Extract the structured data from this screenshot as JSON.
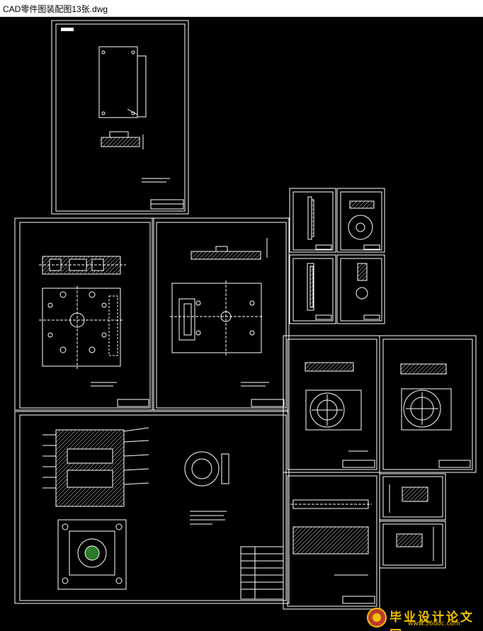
{
  "window": {
    "title": "CAD零件图装配图13张.dwg"
  },
  "watermark": {
    "brand": "毕业设计论文网",
    "url": "www.56doc.com"
  },
  "colors": {
    "background": "#000000",
    "lines": "#ffffff",
    "hatch": "#cfcfcf",
    "watermark": "#f2c200"
  }
}
